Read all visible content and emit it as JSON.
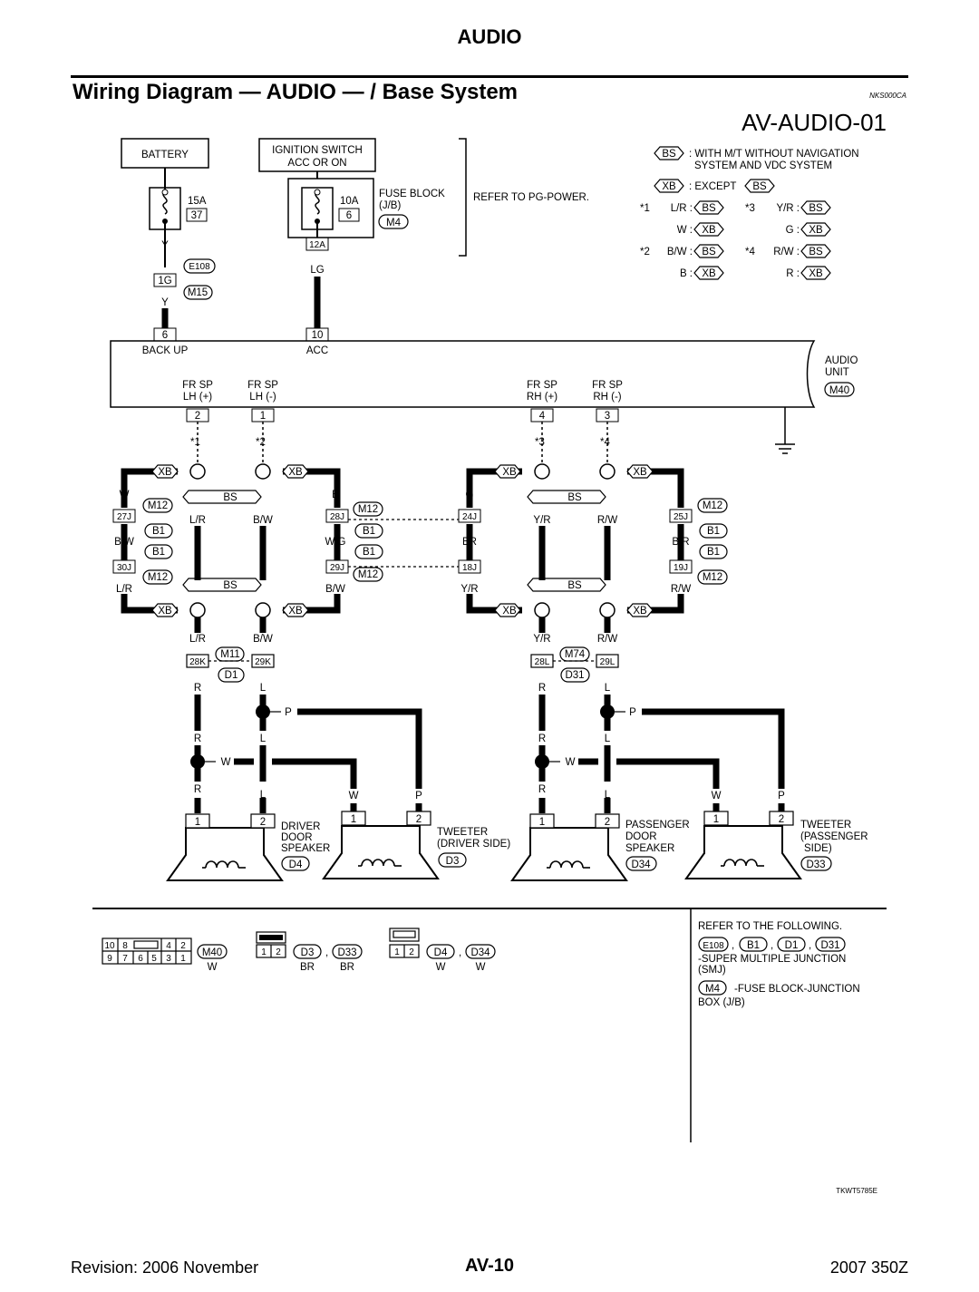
{
  "header": {
    "section": "AUDIO",
    "title": "Wiring Diagram — AUDIO — / Base System",
    "ref_code": "NKS000CA",
    "diagram_code": "AV-AUDIO-01"
  },
  "power": {
    "battery": "BATTERY",
    "ign_line1": "IGNITION SWITCH",
    "ign_line2": "ACC OR ON",
    "fuse_15a": "15A",
    "fuse_37": "37",
    "fuse_10a": "10A",
    "fuse_6": "6",
    "fuse_block_1": "FUSE BLOCK",
    "fuse_block_2": "(J/B)",
    "m4": "M4",
    "refer": "REFER TO PG-POWER.",
    "wire_y": "Y",
    "conn_1g": "1G",
    "e108": "E108",
    "m15": "M15",
    "conn_12a": "12A",
    "wire_lg": "LG"
  },
  "legend": {
    "bs": "BS",
    "xb": "XB",
    "bs_desc1": ": WITH M/T WITHOUT NAVIGATION",
    "bs_desc2": "SYSTEM AND VDC SYSTEM",
    "except": ": EXCEPT",
    "n1": "*1",
    "n1_a": "L/R :",
    "n1_b": "W :",
    "n2": "*2",
    "n2_a": "B/W :",
    "n2_b": "B :",
    "n3": "*3",
    "n3_a": "Y/R :",
    "n3_b": "G :",
    "n4": "*4",
    "n4_a": "R/W :",
    "n4_b": "R :"
  },
  "audio_unit": {
    "pin6": "6",
    "backup": "BACK UP",
    "pin10": "10",
    "acc": "ACC",
    "label1": "AUDIO",
    "label2": "UNIT",
    "m40": "M40",
    "fr_sp": "FR SP",
    "lh_p": "LH (+)",
    "lh_m": "LH (-)",
    "rh_p": "RH (+)",
    "rh_m": "RH (-)",
    "pin2": "2",
    "pin1": "1",
    "pin4": "4",
    "pin3": "3"
  },
  "harness": {
    "s1": "*1",
    "s2": "*2",
    "s3": "*3",
    "s4": "*4",
    "bs": "BS",
    "xb": "XB",
    "w": "W",
    "b": "B",
    "g": "G",
    "r": "R",
    "lr": "L/R",
    "bw": "B/W",
    "wg": "W/G",
    "br": "BR",
    "yr": "Y/R",
    "rw": "R/W",
    "bbr": "B/R",
    "c27j": "27J",
    "c28j": "28J",
    "c24j": "24J",
    "c25j": "25J",
    "c30j": "30J",
    "c29j": "29J",
    "c18j": "18J",
    "c19j": "19J",
    "m12": "M12",
    "b1": "B1",
    "c28k": "28K",
    "c29k": "29K",
    "c28l": "28L",
    "c29l": "29L",
    "m11": "M11",
    "d1": "D1",
    "m74": "M74",
    "d31": "D31",
    "rr": "R",
    "ll": "L",
    "p": "P"
  },
  "speakers": {
    "driver1": "DRIVER",
    "driver2": "DOOR",
    "driver3": "SPEAKER",
    "d4": "D4",
    "tw_d1": "TWEETER",
    "tw_d2": "(DRIVER SIDE)",
    "d3": "D3",
    "pass1": "PASSENGER",
    "pass2": "DOOR",
    "pass3": "SPEAKER",
    "d34": "D34",
    "tw_p1": "TWEETER",
    "tw_p2": "(PASSENGER",
    "tw_p3": "SIDE)",
    "d33": "D33",
    "pin1": "1",
    "pin2": "2"
  },
  "connectors": {
    "m40_pins_top": [
      "10",
      "8",
      "4",
      "2"
    ],
    "m40_pins_bot": [
      "9",
      "7",
      "6",
      "5",
      "3",
      "1"
    ],
    "m40": "M40",
    "w": "W",
    "d3": "D3",
    "d33": "D33",
    "br": "BR",
    "d4": "D4",
    "d34": "D34",
    "comma": ",",
    "p1": "1",
    "p2": "2"
  },
  "refer": {
    "line1": "REFER TO THE FOLLOWING.",
    "e108": "E108",
    "b1": "B1",
    "d1": "D1",
    "d31": "D31",
    "smj1": "-SUPER MULTIPLE JUNCTION",
    "smj2": "(SMJ)",
    "m4": "M4",
    "jb1": "-FUSE BLOCK-JUNCTION",
    "jb2": "BOX (J/B)"
  },
  "image_code": "TKWT5785E",
  "footer": {
    "revision": "Revision: 2006 November",
    "page": "AV-10",
    "model": "2007 350Z"
  }
}
